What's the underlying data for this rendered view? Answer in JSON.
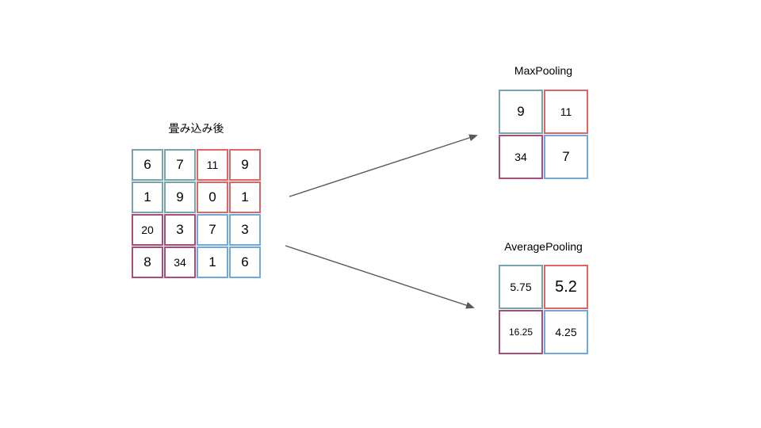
{
  "colors": {
    "teal": "#76A5AF",
    "red": "#E06666",
    "magenta": "#A64D79",
    "blue": "#6FA8DC",
    "arrow": "#595959",
    "text": "#000000",
    "background": "#FFFFFF"
  },
  "conv": {
    "title": "畳み込み後",
    "cells": [
      {
        "v": "6",
        "s": "l"
      },
      {
        "v": "7",
        "s": "l"
      },
      {
        "v": "11",
        "s": "m"
      },
      {
        "v": "9",
        "s": "l"
      },
      {
        "v": "1",
        "s": "l"
      },
      {
        "v": "9",
        "s": "l"
      },
      {
        "v": "0",
        "s": "l"
      },
      {
        "v": "1",
        "s": "l"
      },
      {
        "v": "20",
        "s": "m"
      },
      {
        "v": "3",
        "s": "l"
      },
      {
        "v": "7",
        "s": "l"
      },
      {
        "v": "3",
        "s": "l"
      },
      {
        "v": "8",
        "s": "l"
      },
      {
        "v": "34",
        "s": "m"
      },
      {
        "v": "1",
        "s": "l"
      },
      {
        "v": "6",
        "s": "l"
      }
    ]
  },
  "maxpooling": {
    "title": "MaxPooling",
    "cells": [
      {
        "v": "9",
        "s": "l"
      },
      {
        "v": "11",
        "s": "m"
      },
      {
        "v": "34",
        "s": "m"
      },
      {
        "v": "7",
        "s": "l"
      }
    ]
  },
  "averagepooling": {
    "title": "AveragePooling",
    "cells": [
      {
        "v": "5.75",
        "s": "m"
      },
      {
        "v": "5.2",
        "s": "xl"
      },
      {
        "v": "16.25",
        "s": "s"
      },
      {
        "v": "4.25",
        "s": "m"
      }
    ]
  }
}
